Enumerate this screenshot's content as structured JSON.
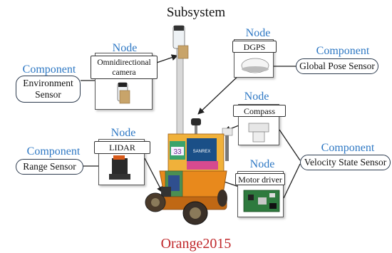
{
  "title": "Subsystem",
  "robot_name": "Orange2015",
  "robot_number": "33",
  "robot_brand": "SANREX",
  "colors": {
    "blue_label": "#2e78c4",
    "robot_name": "#c0282b",
    "robot_body": "#e8891c"
  },
  "nodes": [
    {
      "id": "camera",
      "node_label": "Node",
      "text": "Omnidirectional camera"
    },
    {
      "id": "dgps",
      "node_label": "Node",
      "text": "DGPS"
    },
    {
      "id": "compass",
      "node_label": "Node",
      "text": "Compass"
    },
    {
      "id": "lidar",
      "node_label": "Node",
      "text": "LIDAR"
    },
    {
      "id": "motor",
      "node_label": "Node",
      "text": "Motor driver"
    }
  ],
  "components": [
    {
      "id": "env",
      "label": "Component",
      "text": "Environment Sensor"
    },
    {
      "id": "gps",
      "label": "Component",
      "text": "Global Pose Sensor"
    },
    {
      "id": "velocity",
      "label": "Component",
      "text": "Velocity State Sensor"
    },
    {
      "id": "range",
      "label": "Component",
      "text": "Range Sensor"
    }
  ]
}
